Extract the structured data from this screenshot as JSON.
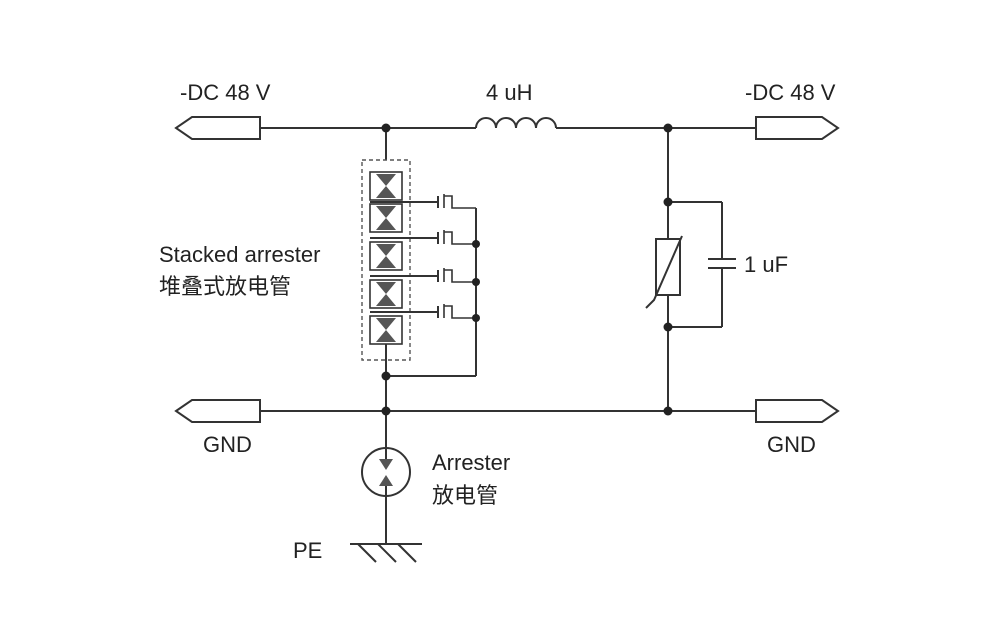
{
  "labels": {
    "dc_in": "-DC 48 V",
    "dc_out": "-DC 48 V",
    "inductor": "4 uH",
    "gnd_in": "GND",
    "gnd_out": "GND",
    "capacitor": "1 uF",
    "stacked_en": "Stacked arrester",
    "stacked_zh": "堆叠式放电管",
    "arrester_en": "Arrester",
    "arrester_zh": "放电管",
    "pe": "PE"
  }
}
